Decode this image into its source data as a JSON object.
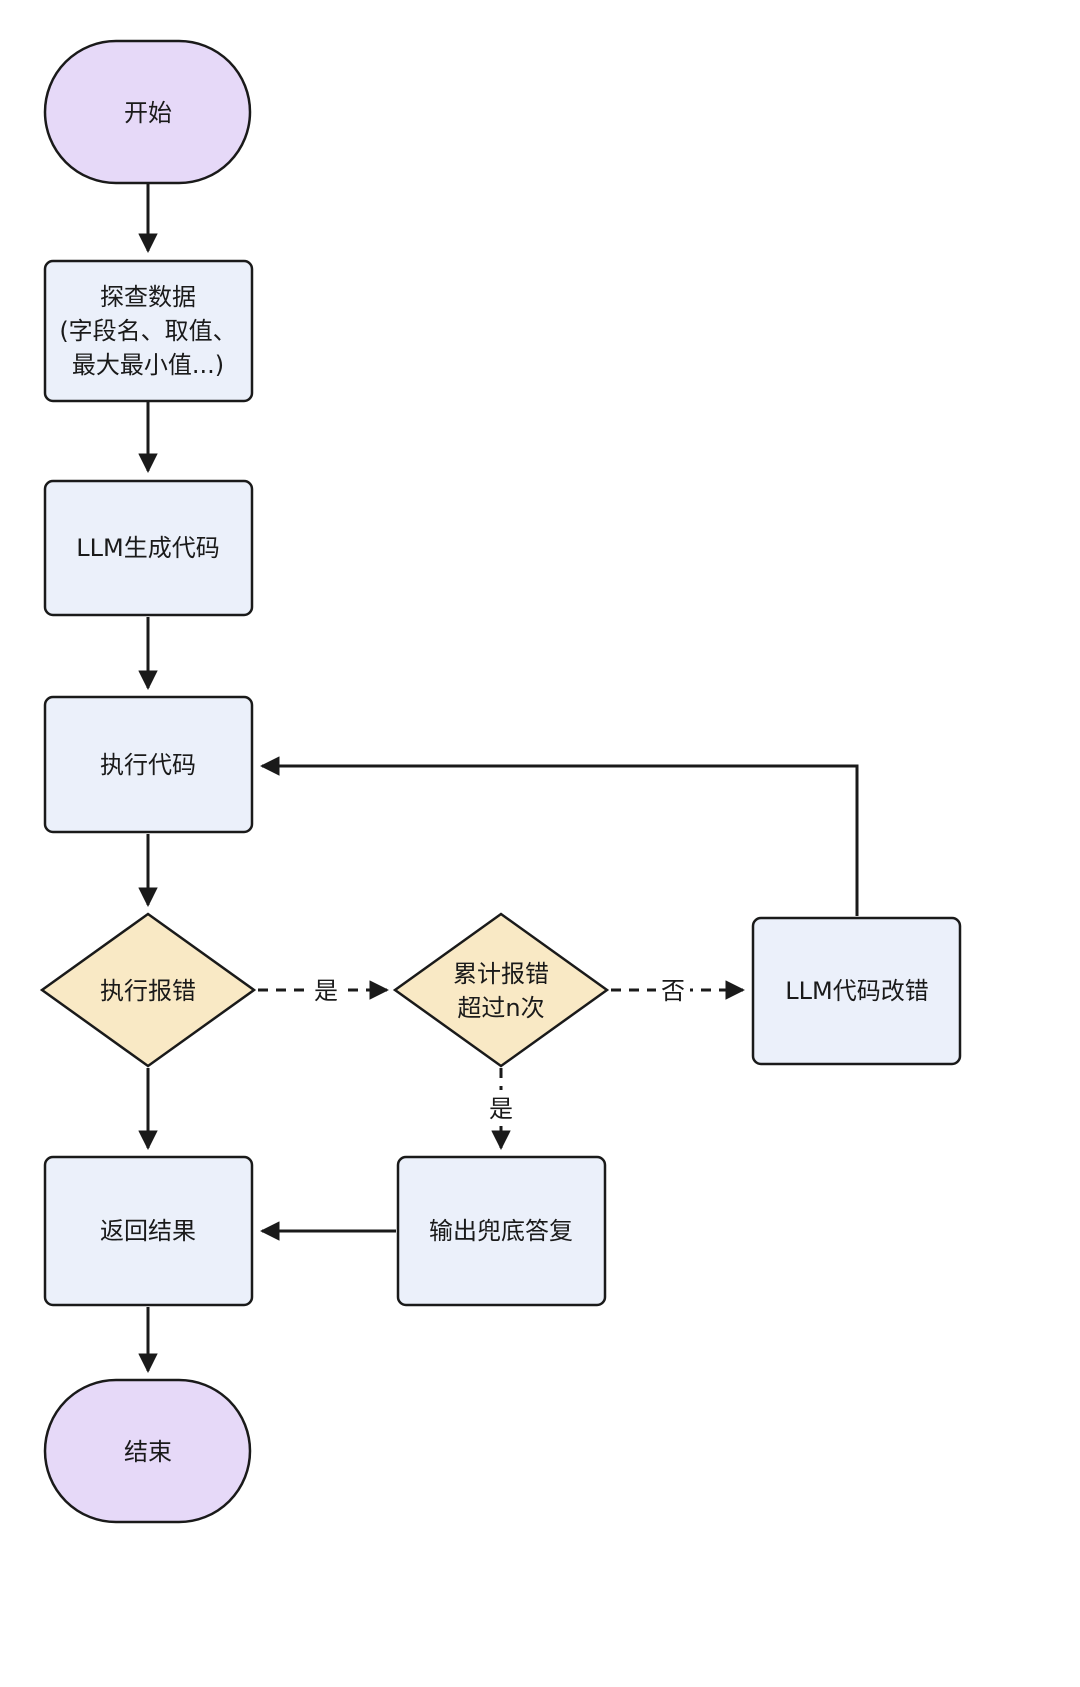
{
  "diagram": {
    "type": "flowchart",
    "background": "#ffffff",
    "stroke_color": "#1a1a1a",
    "colors": {
      "terminal_fill": "#e6d9f8",
      "process_fill": "#ebf0fa",
      "decision_fill": "#f9e9c5"
    },
    "nodes": {
      "start": {
        "type": "terminal",
        "label": "开始"
      },
      "explore": {
        "type": "process",
        "lines": [
          "探查数据",
          "(字段名、取值、",
          "最大最小值...)"
        ]
      },
      "generate": {
        "type": "process",
        "label": "LLM生成代码"
      },
      "execute": {
        "type": "process",
        "label": "执行代码"
      },
      "error_check": {
        "type": "decision",
        "label": "执行报错"
      },
      "retry_check": {
        "type": "decision",
        "lines": [
          "累计报错",
          "超过n次"
        ]
      },
      "fix": {
        "type": "process",
        "label": "LLM代码改错"
      },
      "fallback": {
        "type": "process",
        "label": "输出兜底答复"
      },
      "result": {
        "type": "process",
        "label": "返回结果"
      },
      "end": {
        "type": "terminal",
        "label": "结束"
      }
    },
    "edge_labels": {
      "error_yes": "是",
      "retry_no": "否",
      "retry_yes": "是"
    },
    "edges": [
      {
        "from": "start",
        "to": "explore",
        "style": "solid",
        "label": ""
      },
      {
        "from": "explore",
        "to": "generate",
        "style": "solid",
        "label": ""
      },
      {
        "from": "generate",
        "to": "execute",
        "style": "solid",
        "label": ""
      },
      {
        "from": "execute",
        "to": "error_check",
        "style": "solid",
        "label": ""
      },
      {
        "from": "error_check",
        "to": "retry_check",
        "style": "dashed",
        "label": "是"
      },
      {
        "from": "retry_check",
        "to": "fix",
        "style": "dashed",
        "label": "否"
      },
      {
        "from": "fix",
        "to": "execute",
        "style": "solid",
        "label": ""
      },
      {
        "from": "error_check",
        "to": "result",
        "style": "solid",
        "label": ""
      },
      {
        "from": "retry_check",
        "to": "fallback",
        "style": "dashed",
        "label": "是"
      },
      {
        "from": "fallback",
        "to": "result",
        "style": "solid",
        "label": ""
      },
      {
        "from": "result",
        "to": "end",
        "style": "solid",
        "label": ""
      }
    ]
  }
}
